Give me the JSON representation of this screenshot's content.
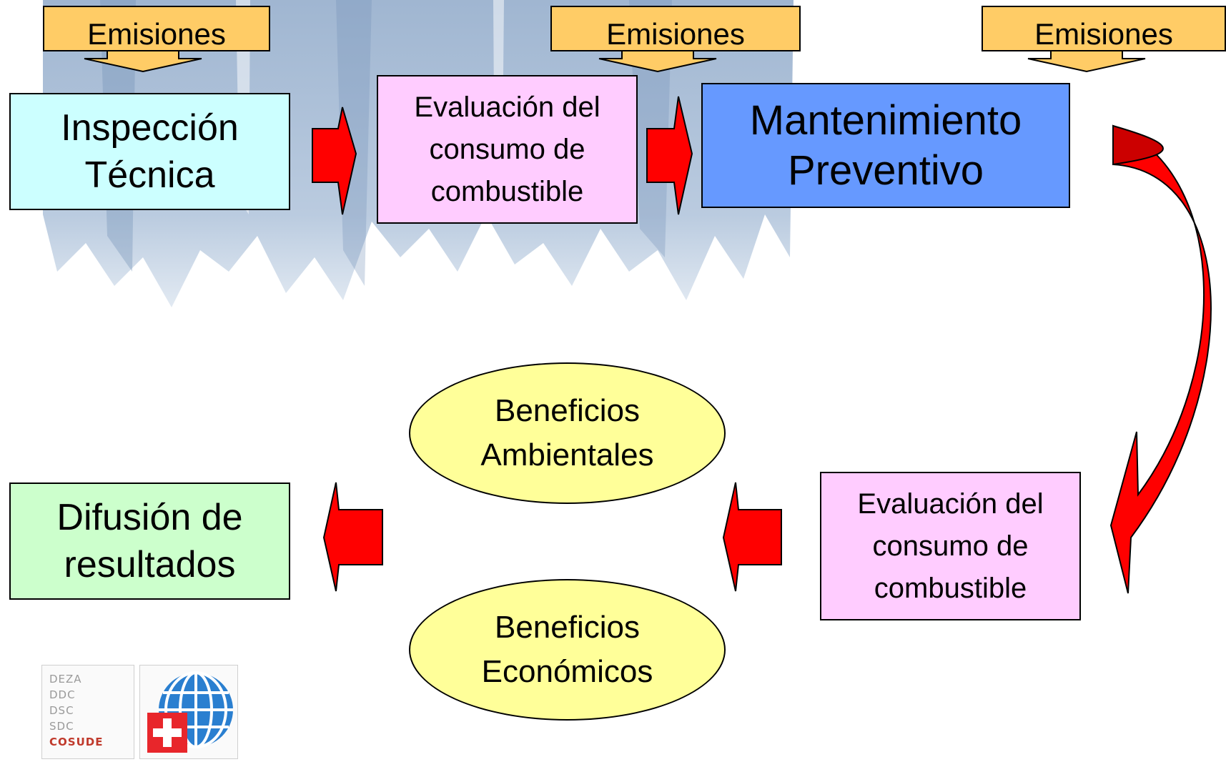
{
  "emissions": {
    "label_1": "Emisiones",
    "label_2": "Emisiones",
    "label_3": "Emisiones"
  },
  "nodes": {
    "inspection": "Inspección Técnica",
    "fuel_eval_top": "Evaluación del consumo de combustible",
    "maintenance": "Mantenimiento Preventivo",
    "fuel_eval_bottom": "Evaluación del consumo de combustible",
    "env_benefits": "Beneficios Ambientales",
    "econ_benefits": "Beneficios Económicos",
    "dissemination": "Difusión de resultados"
  },
  "logo": {
    "lines": [
      "DEZA",
      "DDC",
      "DSC",
      "SDC",
      "COSUDE"
    ]
  },
  "colors": {
    "callout": "#FFCC66",
    "inspection": "#CCFFFF",
    "fuel_eval": "#FFCCFF",
    "maintenance": "#6699FF",
    "dissemination": "#CCFFCC",
    "benefits": "#FFFF99",
    "arrow": "#FF0000"
  }
}
